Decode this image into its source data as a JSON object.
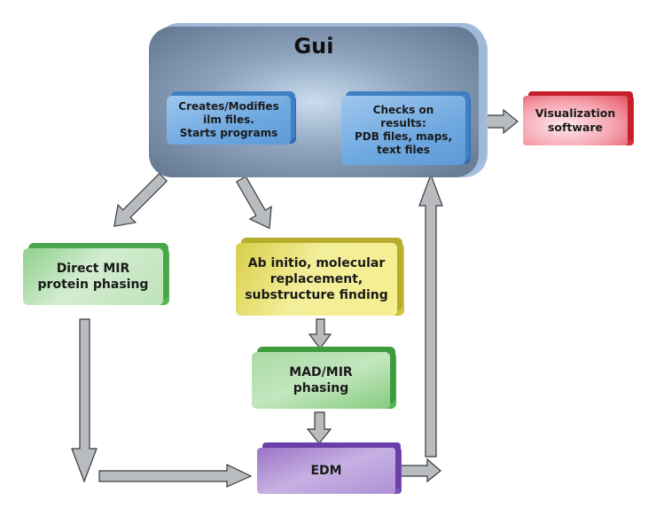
{
  "diagram": {
    "gui": {
      "title": "Gui",
      "left_panel": [
        "Creates/Modifies",
        "ilm files.",
        "Starts programs"
      ],
      "right_panel": [
        "Checks on",
        "results:",
        "PDB files, maps,",
        "text files"
      ]
    },
    "visualization": [
      "Visualization",
      "software"
    ],
    "direct_mir": [
      "Direct MIR",
      "protein phasing"
    ],
    "ab_initio": [
      "Ab initio, molecular",
      "replacement,",
      "substructure finding"
    ],
    "mad_mir": [
      "MAD/MIR",
      "phasing"
    ],
    "edm": [
      "EDM"
    ],
    "colors": {
      "gui": "#7b8fa9",
      "gui_panels": "#6ea8e0",
      "visualization": "#e4525f",
      "direct_mir": "#9fd69a",
      "ab_initio": "#f0ea80",
      "mad_mir": "#a9dba4",
      "edm": "#a88ad2",
      "arrow_fill": "#b8bcc0",
      "arrow_stroke": "#3a3a3a"
    },
    "edges": [
      {
        "from": "gui.right_panel",
        "to": "visualization"
      },
      {
        "from": "gui",
        "to": "direct_mir"
      },
      {
        "from": "gui",
        "to": "ab_initio"
      },
      {
        "from": "ab_initio",
        "to": "mad_mir"
      },
      {
        "from": "mad_mir",
        "to": "edm"
      },
      {
        "from": "direct_mir",
        "to": "edm"
      },
      {
        "from": "edm",
        "to": "gui.right_panel"
      }
    ]
  }
}
